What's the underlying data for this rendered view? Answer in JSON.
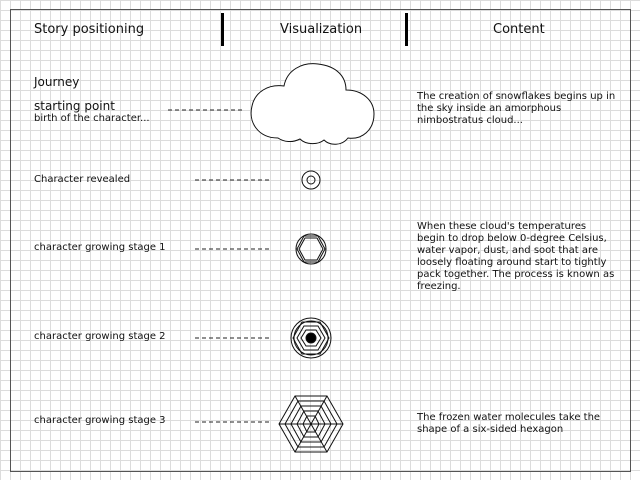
{
  "headers": {
    "story": "Story positioning",
    "visualization": "Visualization",
    "content": "Content"
  },
  "journey": "Journey",
  "starting_point": "starting point",
  "starting_sub": "birth of the character...",
  "stages": {
    "revealed": "Character revealed",
    "growing1": "character growing stage 1",
    "growing2": "character growing stage 2",
    "growing3": "character growing stage 3"
  },
  "contents": {
    "c1": "The creation of snowflakes begins up in the sky inside an amorphous nimbostratus cloud...",
    "c2": "When these cloud's temperatures begin to drop below 0-degree Celsius, water vapor, dust, and soot that are loosely floating around start to tightly pack together. The process is known as freezing.",
    "c3": "The frozen water molecules take the shape of a six-sided hexagon"
  },
  "colors": {
    "grid": "#dcdcdc",
    "ink": "#111111"
  },
  "icons": [
    "cloud-icon",
    "droplet-icon",
    "hexagon-crystal-icon",
    "hexagon-core-icon",
    "snowflake-hexagon-icon"
  ]
}
